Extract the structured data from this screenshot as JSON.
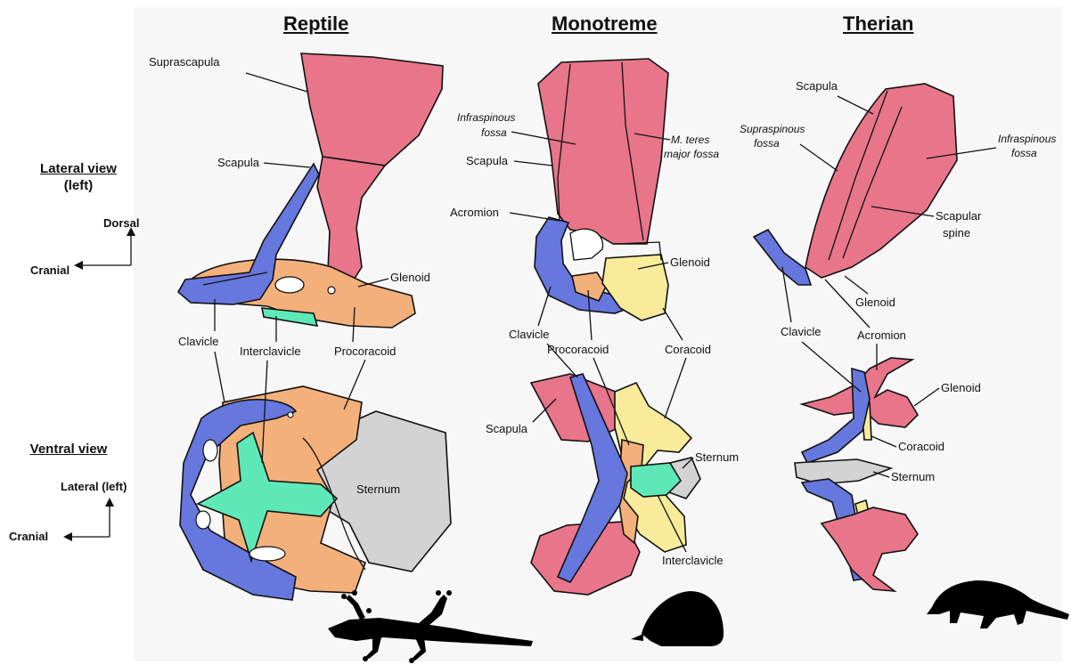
{
  "columns": {
    "reptile": "Reptile",
    "monotreme": "Monotreme",
    "therian": "Therian"
  },
  "views": {
    "lateral_title": "Lateral view",
    "lateral_side": "(left)",
    "ventral_title": "Ventral view"
  },
  "axes": {
    "dorsal": "Dorsal",
    "cranial": "Cranial",
    "lateral_left": "Lateral (left)",
    "cranial_bottom": "Cranial"
  },
  "labels": {
    "reptile": {
      "suprascapula": "Suprascapula",
      "scapula": "Scapula",
      "glenoid": "Glenoid",
      "clavicle": "Clavicle",
      "interclavicle": "Interclavicle",
      "procoracoid": "Procoracoid",
      "sternum": "Sternum"
    },
    "monotreme": {
      "infraspinous_1": "Infraspinous",
      "infraspinous_2": "fossa",
      "scapula": "Scapula",
      "teres_1": "M. teres",
      "teres_2": "major fossa",
      "acromion": "Acromion",
      "glenoid": "Glenoid",
      "clavicle": "Clavicle",
      "procoracoid": "Procoracoid",
      "coracoid": "Coracoid",
      "scapula_ventral": "Scapula",
      "sternum": "Sternum",
      "interclavicle": "Interclavicle"
    },
    "therian": {
      "scapula": "Scapula",
      "supraspinous_1": "Supraspinous",
      "supraspinous_2": "fossa",
      "infraspinous_1": "Infraspinous",
      "infraspinous_2": "fossa",
      "spine_1": "Scapular",
      "spine_2": "spine",
      "glenoid": "Glenoid",
      "clavicle": "Clavicle",
      "acromion": "Acromion",
      "glenoid_ventral": "Glenoid",
      "coracoid": "Coracoid",
      "sternum": "Sternum"
    }
  },
  "colors": {
    "scapula": "#e8758a",
    "clavicle": "#6677dd",
    "procoracoid": "#f4b07a",
    "interclavicle": "#5ee8b8",
    "coracoid": "#f8ec9a",
    "sternum": "#d3d3d3",
    "silhouette": "#000000",
    "panel": "#f7f7f7"
  },
  "icons": [
    "gecko-silhouette",
    "echidna-silhouette",
    "opossum-silhouette"
  ]
}
